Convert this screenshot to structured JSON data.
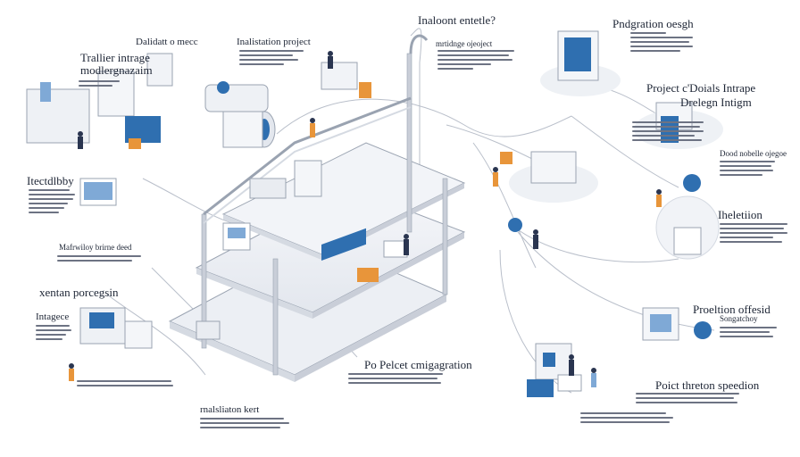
{
  "colors": {
    "frame": "#c9ced8",
    "frame_dark": "#9aa3b1",
    "platform": "#eceff4",
    "platform_side": "#d5dae2",
    "accent_blue": "#2f6fb0",
    "accent_orange": "#e8953a",
    "person_dark": "#2a3550",
    "text": "#1d2535",
    "line": "#b9bfca"
  },
  "labels": {
    "l1a": "Trallier intrage",
    "l1b": "modlergnazaim",
    "l2": "Dalidatt o mecc",
    "l3": "Inalistation project",
    "l4": "Inaloont entetle?",
    "l5": "mrtidnge ojeoject",
    "l6": "Pndgration oesgh",
    "l7": "Project c'Doials Intrape",
    "l8": "Drelegn Intigm",
    "l9": "Itectdlbby",
    "l10": "Mafrwiloy brirne deed",
    "l11": "xentan porcegsin",
    "l12": "Intagece",
    "l13": "Iheletiion",
    "l14": "Proeltion offesid",
    "l15": "Songatchoy",
    "l16": "Po Pelcet cmigagration",
    "l17": "Poict threton speedion",
    "l18": "rnalsliaton kert",
    "l19": "Dood nobelle ojegoe"
  },
  "icons": [
    "globe-icon",
    "monitor-icon",
    "server-rack-icon",
    "person-icon",
    "desk-icon",
    "chair-icon"
  ]
}
